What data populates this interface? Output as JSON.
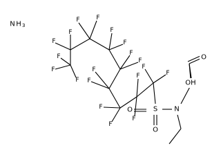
{
  "molecule": {
    "counterion": {
      "element": "N",
      "hydrogens": "H",
      "count": "3"
    },
    "fluorine_symbol": "F",
    "sulfonyl": {
      "sulfur": "S",
      "oxygen": "O"
    },
    "nitrogen": "N",
    "acid_group": {
      "carbonyl_oxygen": "O",
      "hydroxyl": "OH"
    }
  }
}
